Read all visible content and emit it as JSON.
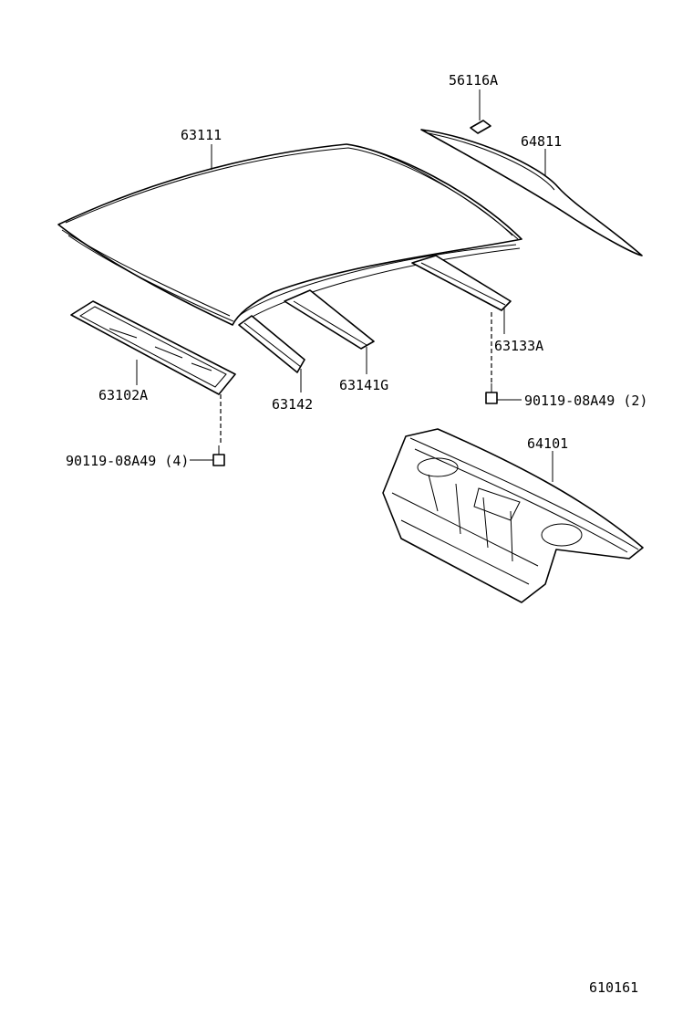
{
  "diagram_id": "610161",
  "parts": {
    "roof_panel": "63111",
    "roof_front_rail": "63102A",
    "roof_bow_1": "63142",
    "roof_bow_2": "63141G",
    "roof_rear_rail": "63133A",
    "clip": "56116A",
    "back_window_glass": "64811",
    "package_tray_panel": "64101",
    "bolt_rear": "90119-08A49 (2)",
    "bolt_front": "90119-08A49 (4)"
  }
}
